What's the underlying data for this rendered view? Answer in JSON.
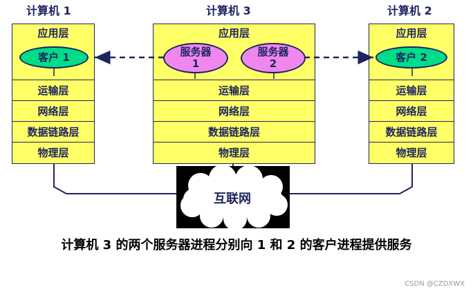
{
  "computers": [
    {
      "title": "计算机 1",
      "app_label": "应用层",
      "process": "客户 1"
    },
    {
      "title": "计算机 3",
      "app_label": "应用层",
      "processes": [
        "服务器\n1",
        "服务器\n2"
      ]
    },
    {
      "title": "计算机 2",
      "app_label": "应用层",
      "process": "客户 2"
    }
  ],
  "layers": [
    "运输层",
    "网络层",
    "数据链路层",
    "物理层"
  ],
  "internet_label": "互联网",
  "caption": "计算机 3 的两个服务器进程分别向 1 和 2 的客户进程提供服务",
  "watermark": "CSDN @CZDXWX",
  "colors": {
    "stack_fill": "#ffff66",
    "border": "#1e2460",
    "client_fill": "#00dd88",
    "server_fill": "#ee88ee"
  }
}
